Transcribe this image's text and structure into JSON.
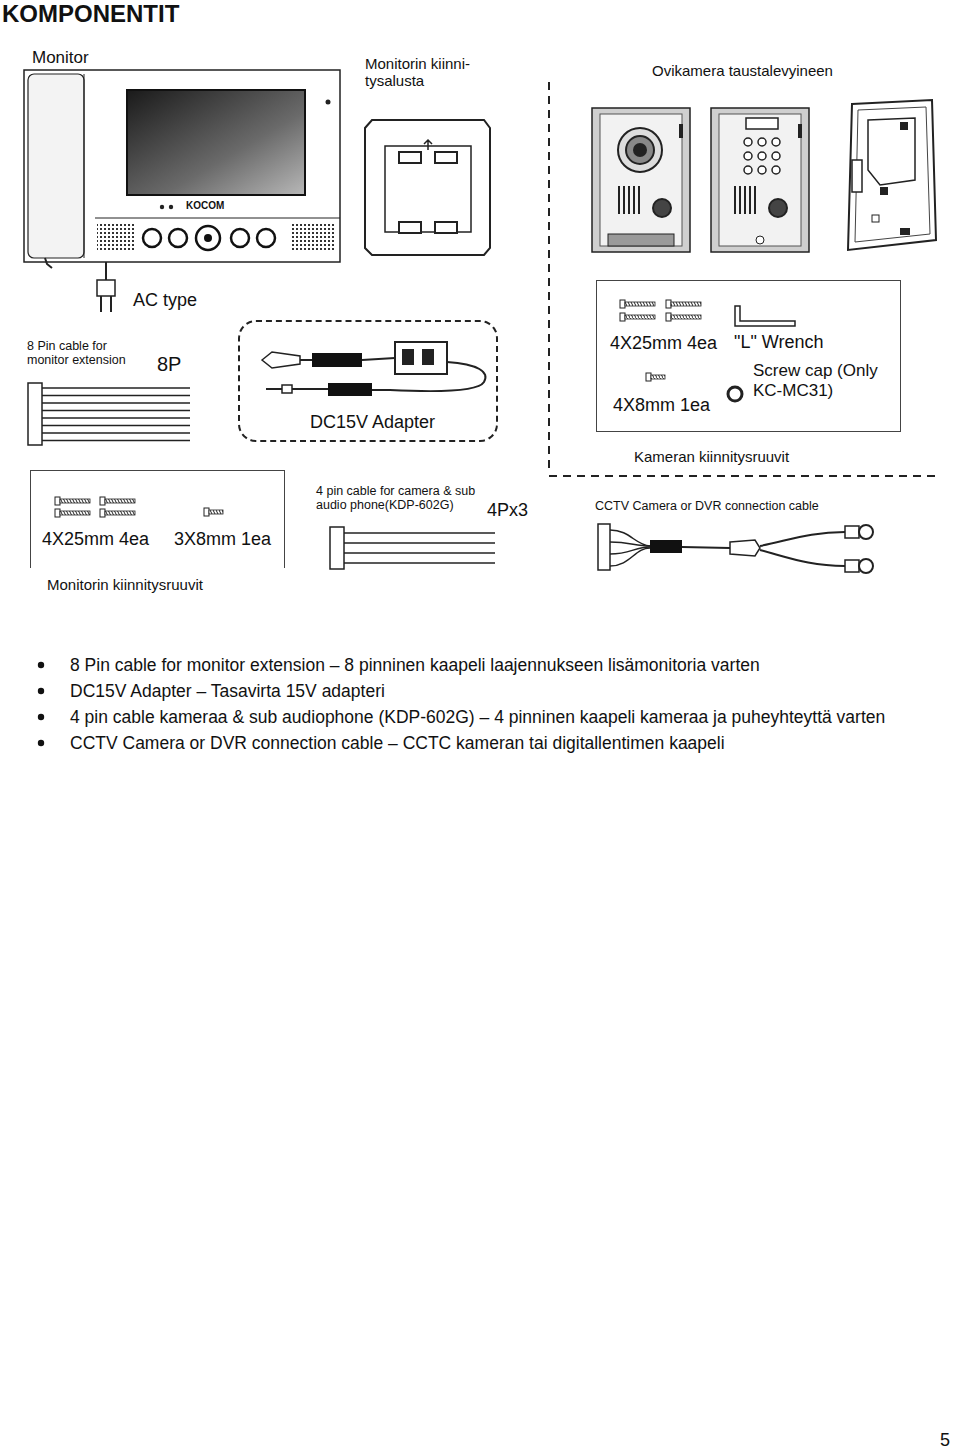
{
  "diagram": {
    "title": "KOMPONENTIT",
    "nodes": [
      {
        "text": [
          "4X25mm 4ea",
          "\"L\" Wrench",
          "Screw cap (Only KC-MC31)",
          "4X8mm 1ea"
        ]
      },
      {
        "text": [
          "DC15V Adapter"
        ]
      },
      {
        "text": [
          "4X25mm 4ea",
          "3X8mm 1ea"
        ]
      }
    ],
    "labels": [
      "Monitor",
      "KOCOM",
      "Monitorin kiinni-tysalusta",
      "Ovikamera taustalevyineen",
      "AC type",
      "8 Pin cable for monitor extension",
      "8P",
      "Kameran kiinnitysruuvit",
      "4 pin cable for camera & sub audio phone(KDP-602G)",
      "4Px3",
      "CCTV Camera or DVR connection cable",
      "Monitorin kiinnitysruuvit",
      "8 Pin cable for monitor extension – 8 pinninen kaapeli laajennukseen lisämonitoria varten",
      "DC15V Adapter – Tasavirta 15V adapteri",
      "4 pin cable kameraa & sub audiophone (KDP-602G) – 4 pinninen kaapeli kameraa ja puheyhteyttä varten",
      "CCTV Camera or DVR connection cable – CCTC kameran tai digitallentimen kaapeli",
      "5"
    ]
  }
}
